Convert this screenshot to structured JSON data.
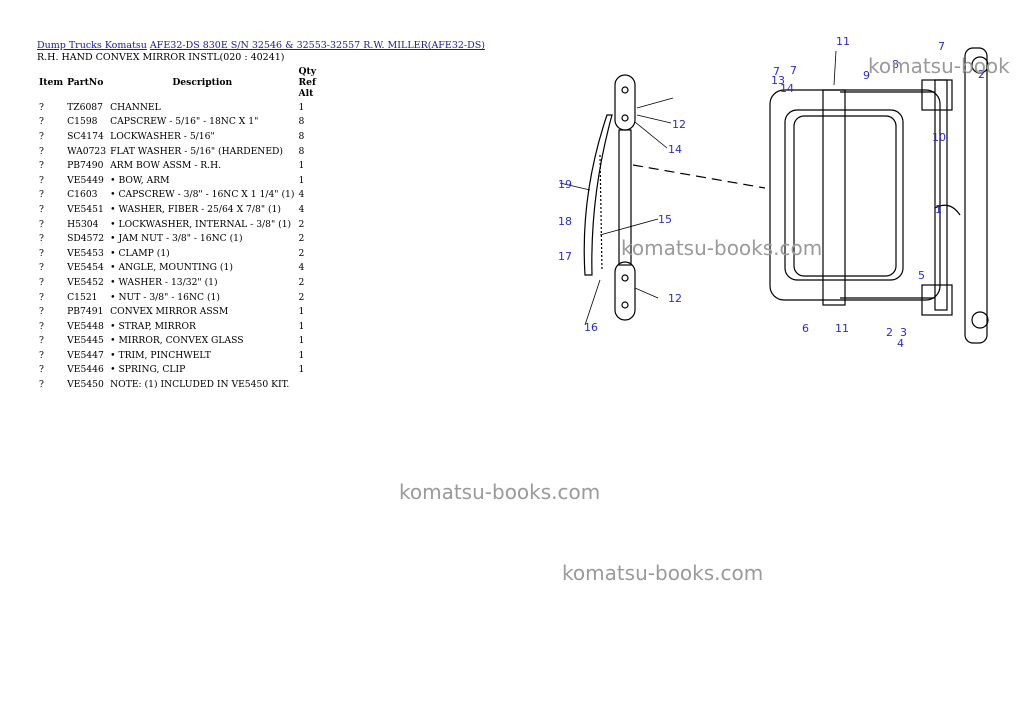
{
  "breadcrumb": {
    "link1": "Dump Trucks Komatsu",
    "link2": "AFE32-DS 830E S/N 32546 & 32553-32557 R.W. MILLER(AFE32-DS)"
  },
  "subtitle": "R.H. HAND CONVEX MIRROR INSTL(020 : 40241)",
  "table": {
    "headers": {
      "item": "Item",
      "partno": "PartNo",
      "description": "Description",
      "qty": "Qty",
      "ref": "Ref",
      "alt": "Alt"
    },
    "rows": [
      {
        "item": "?",
        "partno": "TZ6087",
        "description": "CHANNEL",
        "qty": "1"
      },
      {
        "item": "?",
        "partno": "C1598",
        "description": "CAPSCREW - 5/16\" - 18NC X 1\"",
        "qty": "8"
      },
      {
        "item": "?",
        "partno": "SC4174",
        "description": "LOCKWASHER - 5/16\"",
        "qty": "8"
      },
      {
        "item": "?",
        "partno": "WA0723",
        "description": "FLAT WASHER - 5/16\" (HARDENED)",
        "qty": "8"
      },
      {
        "item": "?",
        "partno": "PB7490",
        "description": "ARM BOW ASSM - R.H.",
        "qty": "1"
      },
      {
        "item": "?",
        "partno": "VE5449",
        "description": "• BOW, ARM",
        "qty": "1"
      },
      {
        "item": "?",
        "partno": "C1603",
        "description": "• CAPSCREW - 3/8\" - 16NC X 1 1/4\" (1)",
        "qty": "4"
      },
      {
        "item": "?",
        "partno": "VE5451",
        "description": "• WASHER, FIBER - 25/64 X 7/8\" (1)",
        "qty": "4"
      },
      {
        "item": "?",
        "partno": "H5304",
        "description": "• LOCKWASHER, INTERNAL - 3/8\" (1)",
        "qty": "2"
      },
      {
        "item": "?",
        "partno": "SD4572",
        "description": "• JAM NUT - 3/8\" - 16NC (1)",
        "qty": "2"
      },
      {
        "item": "?",
        "partno": "VE5453",
        "description": "• CLAMP (1)",
        "qty": "2"
      },
      {
        "item": "?",
        "partno": "VE5454",
        "description": "• ANGLE, MOUNTING (1)",
        "qty": "4"
      },
      {
        "item": "?",
        "partno": "VE5452",
        "description": "• WASHER - 13/32\" (1)",
        "qty": "2"
      },
      {
        "item": "?",
        "partno": "C1521",
        "description": "• NUT - 3/8\" - 16NC (1)",
        "qty": "2"
      },
      {
        "item": "?",
        "partno": "PB7491",
        "description": "CONVEX MIRROR ASSM",
        "qty": "1"
      },
      {
        "item": "?",
        "partno": "VE5448",
        "description": "• STRAP, MIRROR",
        "qty": "1"
      },
      {
        "item": "?",
        "partno": "VE5445",
        "description": "• MIRROR, CONVEX GLASS",
        "qty": "1"
      },
      {
        "item": "?",
        "partno": "VE5447",
        "description": "• TRIM, PINCHWELT",
        "qty": "1"
      },
      {
        "item": "?",
        "partno": "VE5446",
        "description": "• SPRING, CLIP",
        "qty": "1"
      },
      {
        "item": "?",
        "partno": "VE5450",
        "description": "NOTE: (1) INCLUDED IN VE5450 KIT.",
        "qty": ""
      }
    ]
  },
  "watermarks": {
    "top_right": "komatsu-book",
    "diagram": "komatsu-books.com",
    "center": "komatsu-books.com",
    "lower": "komatsu-books.com"
  },
  "callouts": [
    "11",
    "7",
    "7",
    "13",
    "14",
    "9",
    "8",
    "2",
    "10",
    "7",
    "12",
    "14",
    "19",
    "18",
    "15",
    "17",
    "12",
    "16",
    "1",
    "5",
    "6",
    "11",
    "2",
    "3",
    "4"
  ],
  "colors": {
    "link": "#1a1aa6",
    "callout": "#2b2bd0",
    "watermark": "#9a9a9a"
  }
}
